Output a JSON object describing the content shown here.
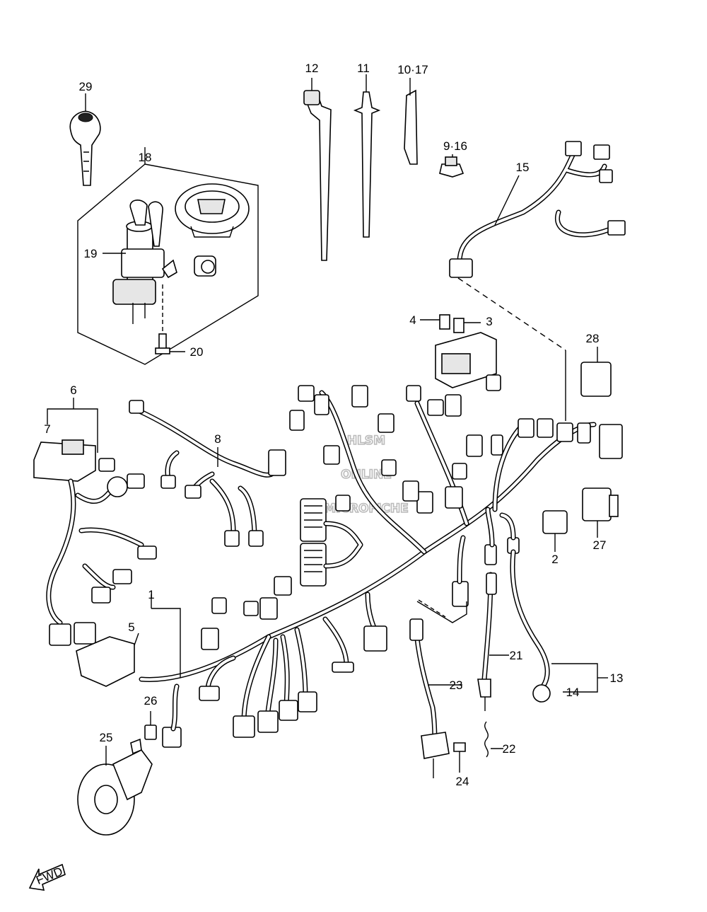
{
  "watermark": {
    "line1": "HLSM",
    "line2": "ONLINE",
    "line3": "MICROFICHE"
  },
  "callouts": {
    "c1": "1",
    "c2": "2",
    "c3": "3",
    "c4": "4",
    "c5": "5",
    "c6": "6",
    "c7": "7",
    "c8": "8",
    "c9_16": "9·16",
    "c10_17": "10·17",
    "c11": "11",
    "c12": "12",
    "c13": "13",
    "c14": "14",
    "c15": "15",
    "c18": "18",
    "c19": "19",
    "c20": "20",
    "c21": "21",
    "c22": "22",
    "c23": "23",
    "c24": "24",
    "c25": "25",
    "c26": "26",
    "c27": "27",
    "c28": "28",
    "c29": "29"
  },
  "direction": {
    "label": "FWD"
  }
}
